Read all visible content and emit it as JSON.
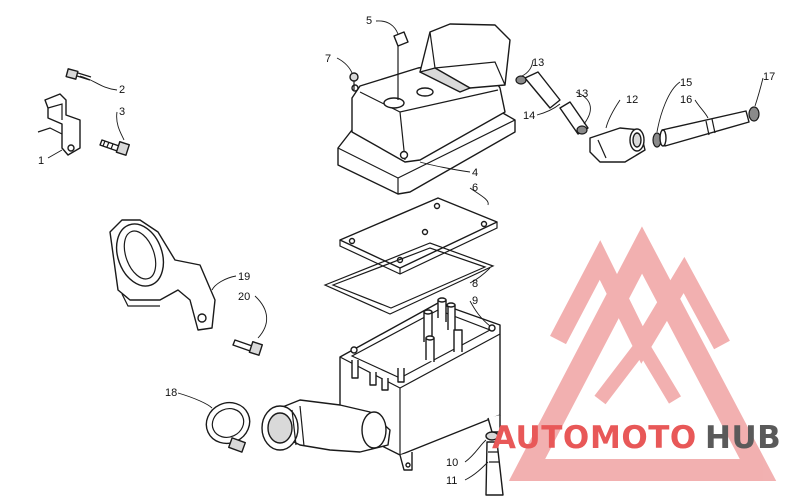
{
  "diagram": {
    "callouts": [
      "1",
      "2",
      "3",
      "4",
      "5",
      "6",
      "7",
      "8",
      "9",
      "10",
      "11",
      "12",
      "13",
      "13",
      "14",
      "15",
      "16",
      "17",
      "18",
      "19",
      "20"
    ]
  },
  "watermark": {
    "text_part1": "AUTO",
    "text_part2": "MOTO",
    "text_part3": "HUB",
    "colors": {
      "red": "#e85858",
      "grey": "#5a5a5a",
      "logo": "#f2a0a0"
    }
  }
}
